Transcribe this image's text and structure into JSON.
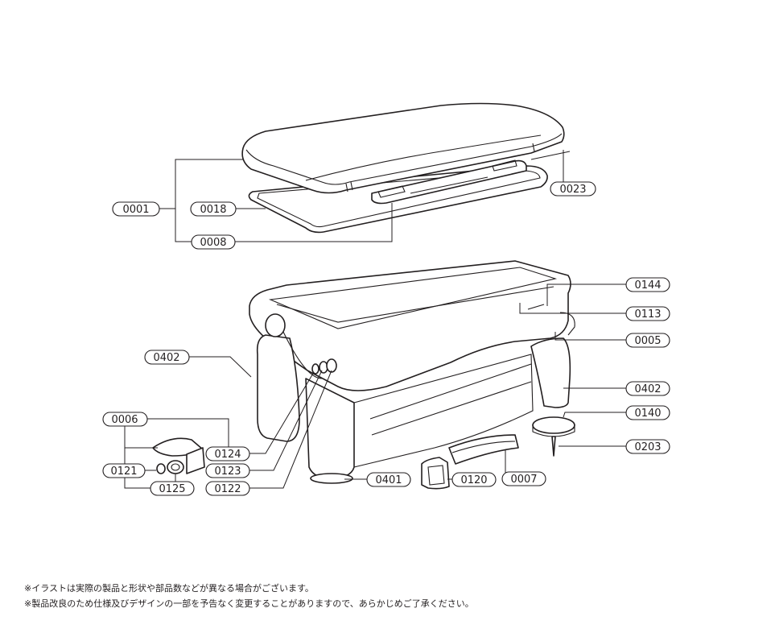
{
  "parts": {
    "p0001": "0001",
    "p0018": "0018",
    "p0008": "0008",
    "p0023": "0023",
    "p0144": "0144",
    "p0113": "0113",
    "p0005": "0005",
    "p0402a": "0402",
    "p0402b": "0402",
    "p0140": "0140",
    "p0203": "0203",
    "p0006": "0006",
    "p0124": "0124",
    "p0123": "0123",
    "p0122": "0122",
    "p0121": "0121",
    "p0125": "0125",
    "p0401": "0401",
    "p0120": "0120",
    "p0007": "0007"
  },
  "notes": [
    "※イラストは実際の製品と形状や部品数などが異なる場合がございます。",
    "※製品改良のため仕様及びデザインの一部を予告なく変更することがありますので、あらかじめご了承ください。"
  ]
}
